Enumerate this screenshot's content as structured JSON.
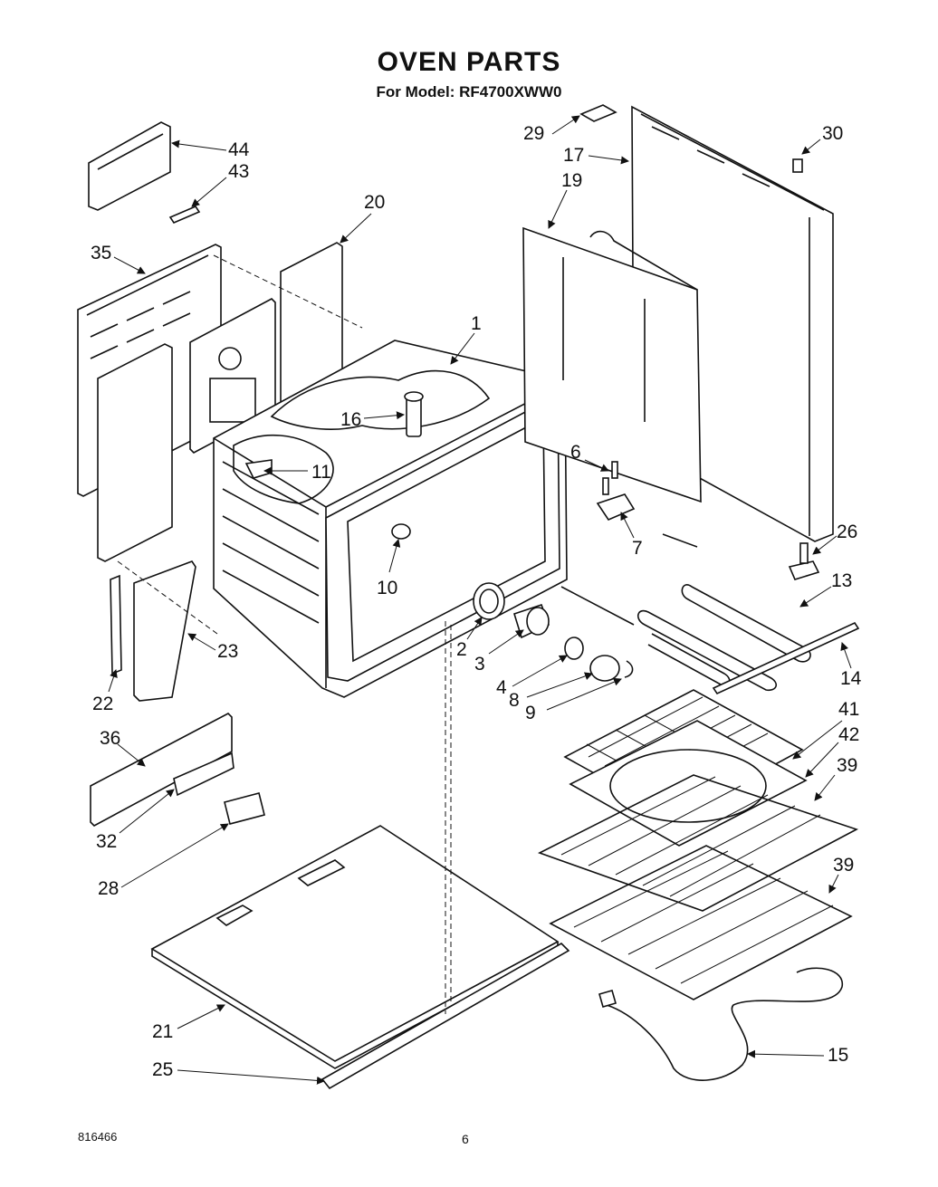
{
  "title": "OVEN PARTS",
  "subtitle": "For Model: RF4700XWW0",
  "doc_code": "816466",
  "page_number": "6",
  "callouts": [
    "44",
    "43",
    "20",
    "35",
    "1",
    "16",
    "11",
    "10",
    "2",
    "3",
    "4",
    "8",
    "9",
    "29",
    "17",
    "30",
    "19",
    "6",
    "7",
    "26",
    "13",
    "14",
    "23",
    "22",
    "36",
    "32",
    "28",
    "41",
    "42",
    "39",
    "39",
    "21",
    "25",
    "15"
  ]
}
